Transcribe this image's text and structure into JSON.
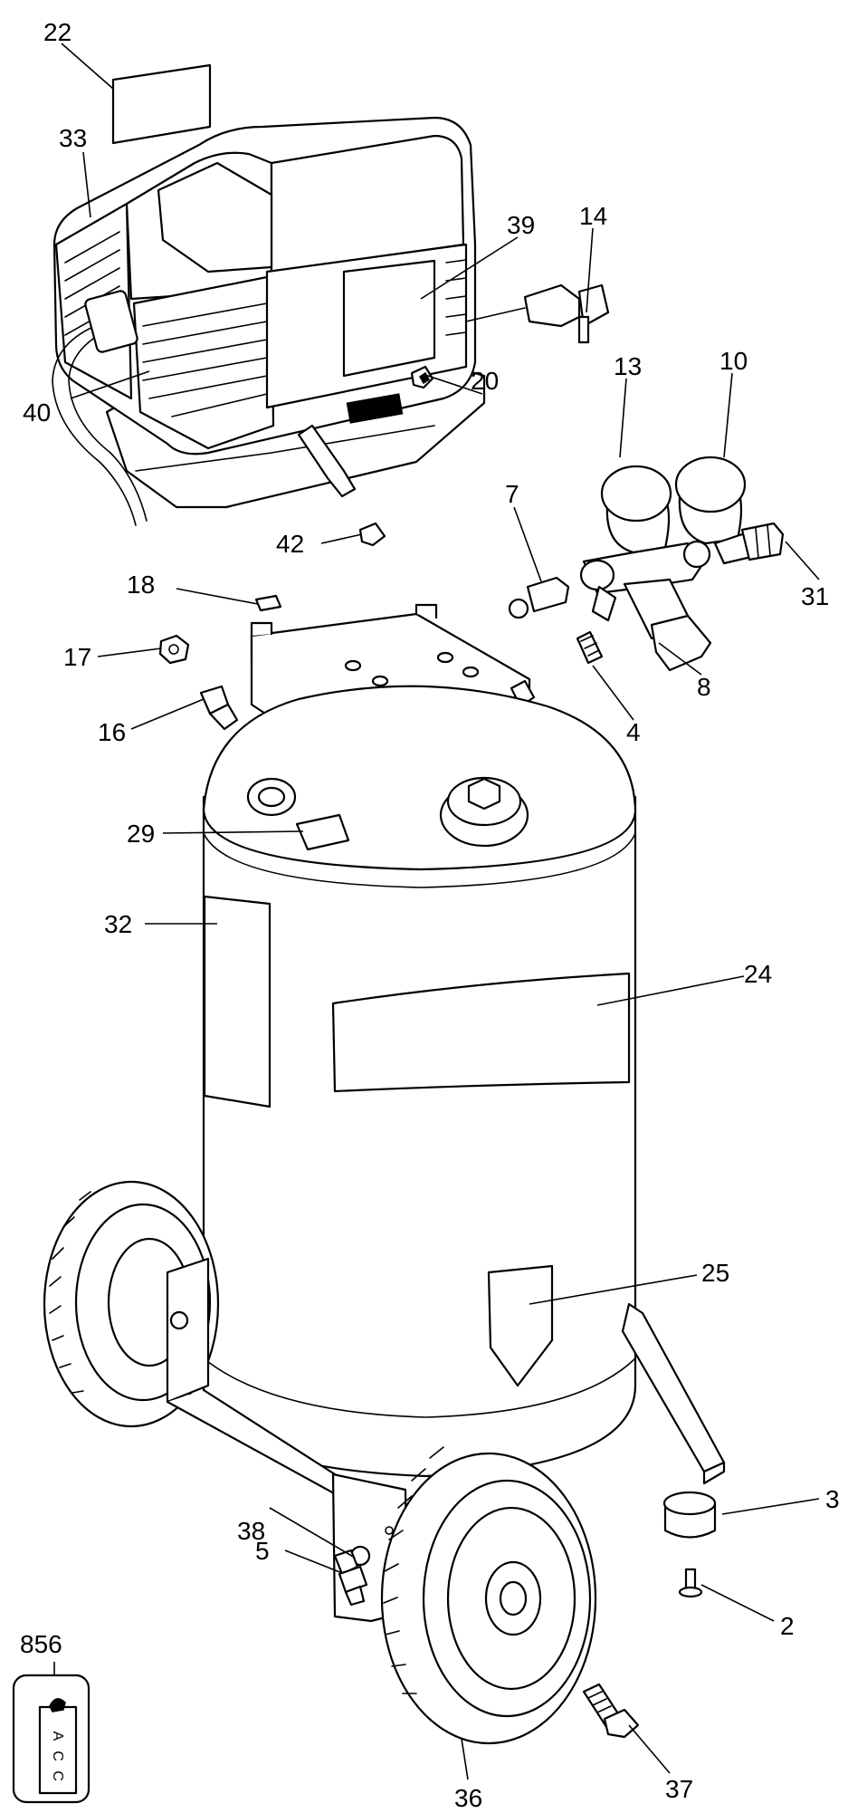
{
  "callouts": {
    "c2": "2",
    "c3": "3",
    "c4": "4",
    "c5": "5",
    "c7": "7",
    "c8": "8",
    "c10": "10",
    "c13": "13",
    "c14": "14",
    "c16": "16",
    "c17": "17",
    "c18": "18",
    "c20": "20",
    "c22": "22",
    "c24": "24",
    "c25": "25",
    "c29": "29",
    "c31": "31",
    "c32": "32",
    "c33": "33",
    "c36": "36",
    "c37": "37",
    "c38": "38",
    "c39": "39",
    "c40": "40",
    "c42": "42",
    "c856": "856"
  },
  "tag_letters": [
    "A",
    "C",
    "C"
  ],
  "colors": {
    "line": "#000000",
    "background": "#ffffff"
  }
}
